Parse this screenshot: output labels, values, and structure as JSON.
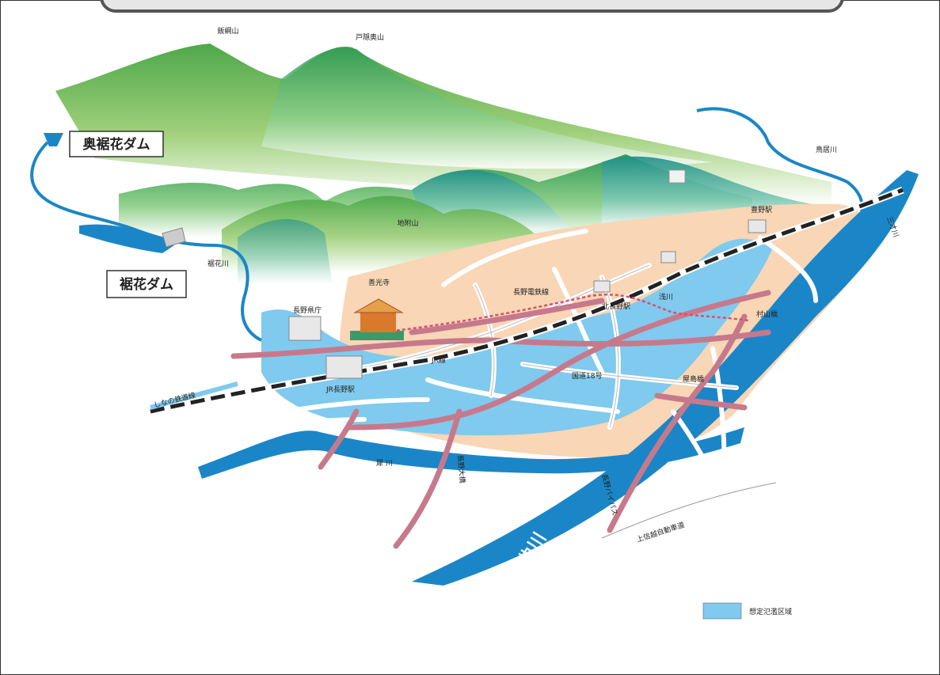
{
  "map": {
    "dams": {
      "okususobana": "奥裾花ダム",
      "susobana": "裾花ダム"
    },
    "mountains": {
      "m1": "飯綱山",
      "m2": "戸隠奥山",
      "m3": "地附山"
    },
    "rivers": {
      "susobana_river": "裾花川",
      "torii_river": "鳥居川",
      "sai_river": "犀 川",
      "chikuma_river": "千曲川",
      "asa_river": "浅川",
      "sanzai_river": "三才川"
    },
    "places": {
      "zenkoji": "善光寺",
      "pref_office": "長野県庁",
      "jr_nagano": "JR長野駅",
      "kita_nagano": "北長野駅",
      "toyono": "豊野駅",
      "murayama": "村山橋"
    },
    "lines": {
      "nagano_dentetsu": "長野電鉄線",
      "jr_line": "JR線",
      "route18": "国道18号",
      "shinano_line": "しなの鉄道線",
      "joshinetsu": "上信越自動車道",
      "nagano_ohashi": "長野大橋",
      "kairyu_bridge": "屋島橋",
      "nagano_bypass": "長野バイパス",
      "dentetsu_label": "長野電鉄線"
    },
    "legend": {
      "label": "想定氾濫区域"
    }
  }
}
